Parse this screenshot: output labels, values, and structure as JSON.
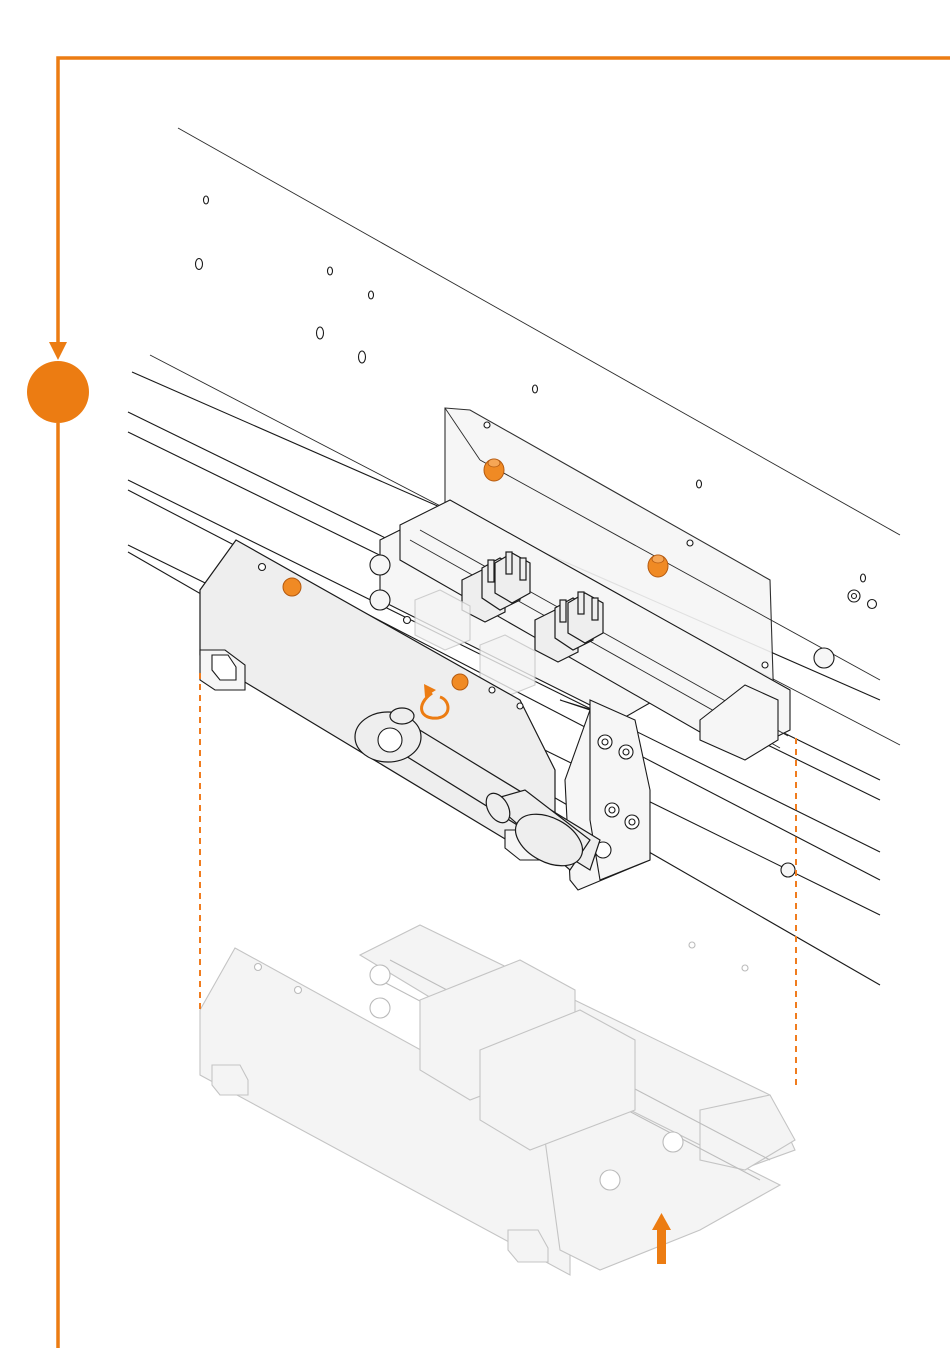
{
  "colors": {
    "accent": "#ec7c12",
    "highlight_part": "#f08a24",
    "line": "#1a1a1a",
    "ghost": "#c4c4c4"
  },
  "icons": {
    "step_marker": "orange-circle",
    "motion_arrow": "up-arrow",
    "rotation": "rotate-arrow",
    "tool": "ratchet-wrench"
  }
}
